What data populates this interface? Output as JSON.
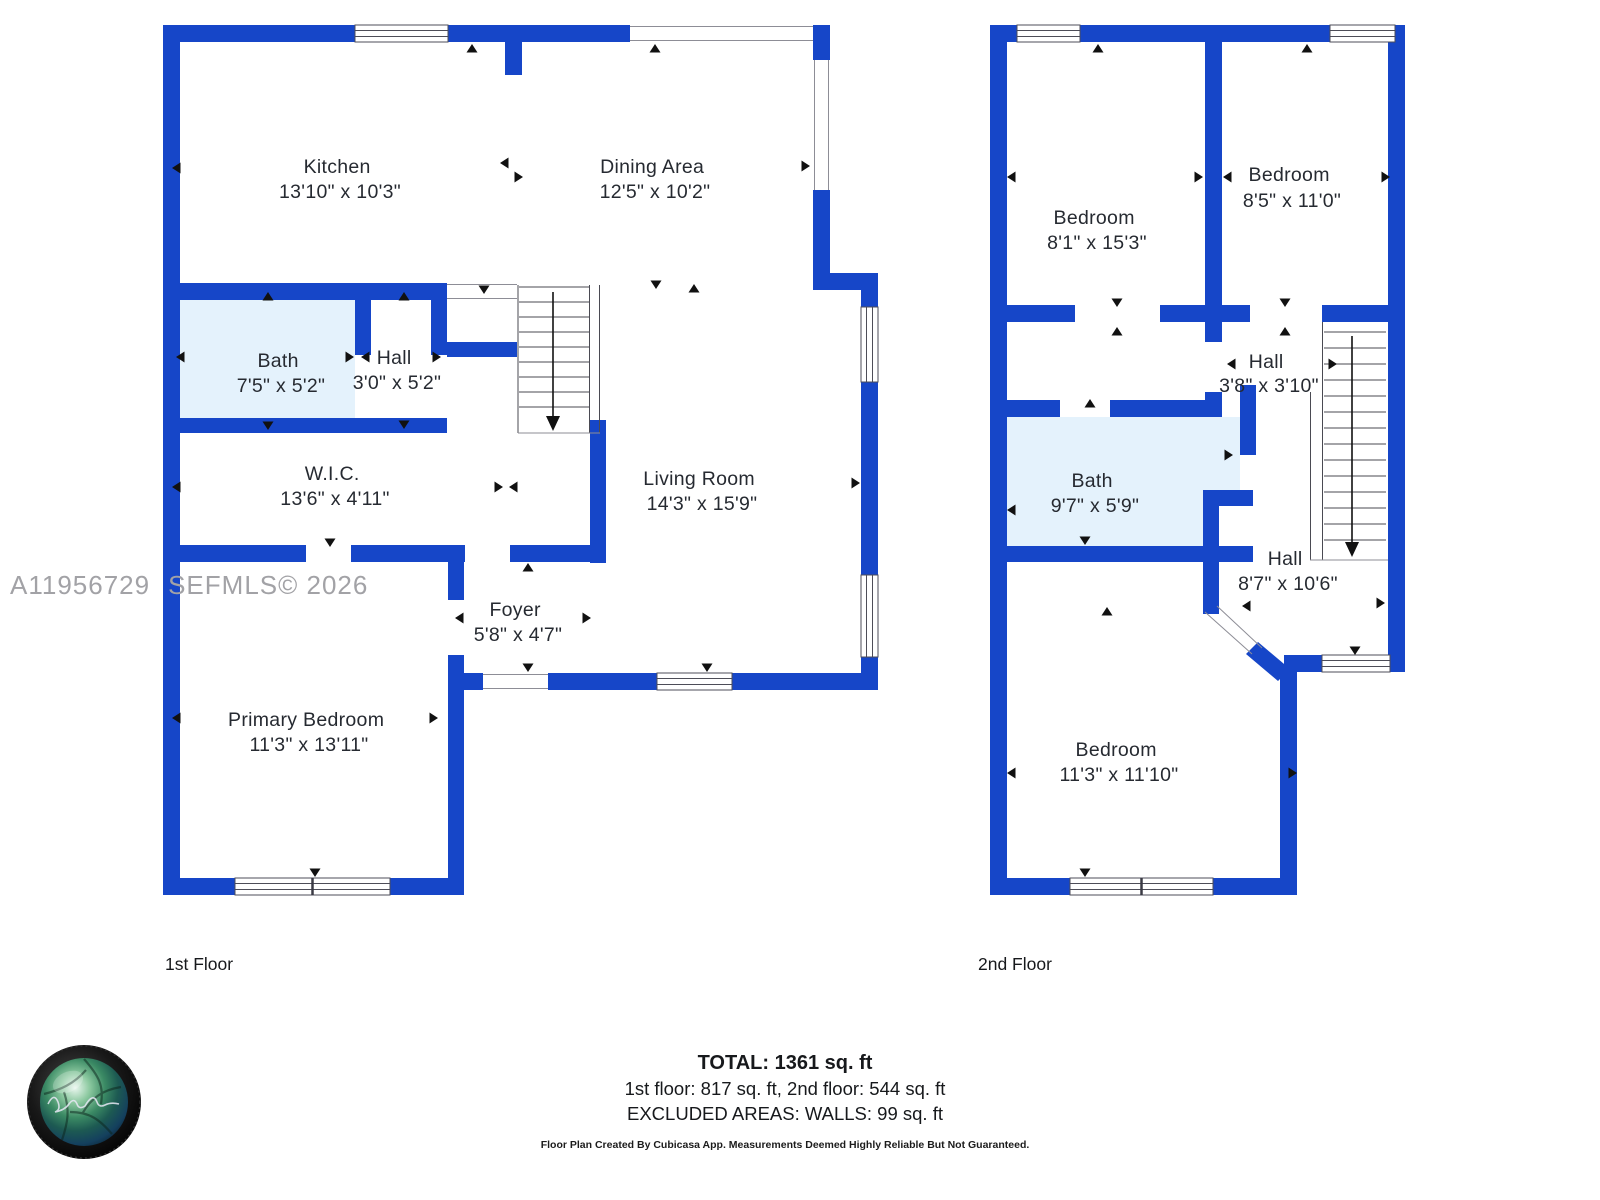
{
  "watermark": {
    "listing_id": "A11956729",
    "brand": "SEFMLS© 2026"
  },
  "floor1": {
    "label": "1st Floor",
    "rooms": {
      "kitchen": {
        "name": "Kitchen",
        "dims": "13'10\" x 10'3\""
      },
      "dining": {
        "name": "Dining Area",
        "dims": "12'5\" x 10'2\""
      },
      "bath": {
        "name": "Bath",
        "dims": "7'5\" x 5'2\""
      },
      "hall": {
        "name": "Hall",
        "dims": "3'0\" x 5'2\""
      },
      "wic": {
        "name": "W.I.C.",
        "dims": "13'6\" x 4'11\""
      },
      "living": {
        "name": "Living Room",
        "dims": "14'3\" x 15'9\""
      },
      "foyer": {
        "name": "Foyer",
        "dims": "5'8\" x 4'7\""
      },
      "primary": {
        "name": "Primary Bedroom",
        "dims": "11'3\" x 13'11\""
      }
    }
  },
  "floor2": {
    "label": "2nd Floor",
    "rooms": {
      "bedroom_left": {
        "name": "Bedroom",
        "dims": "8'1\" x 15'3\""
      },
      "bedroom_right": {
        "name": "Bedroom",
        "dims": "8'5\" x 11'0\""
      },
      "hall_small": {
        "name": "Hall",
        "dims": "3'8\" x 3'10\""
      },
      "bath": {
        "name": "Bath",
        "dims": "9'7\" x 5'9\""
      },
      "hall_large": {
        "name": "Hall",
        "dims": "8'7\" x 10'6\""
      },
      "bedroom_bottom": {
        "name": "Bedroom",
        "dims": "11'3\" x 11'10\""
      }
    }
  },
  "summary": {
    "total": "TOTAL: 1361 sq. ft",
    "floors": "1st floor: 817 sq. ft, 2nd floor: 544 sq. ft",
    "excluded": "EXCLUDED AREAS: WALLS: 99 sq. ft",
    "disclaimer": "Floor Plan Created By Cubicasa App. Measurements Deemed Highly Reliable But Not Guaranteed."
  },
  "colors": {
    "wall_blue": "#1646c8",
    "bath_fill": "#e4f2fc",
    "watermark_gray": "#a2a2a6"
  }
}
